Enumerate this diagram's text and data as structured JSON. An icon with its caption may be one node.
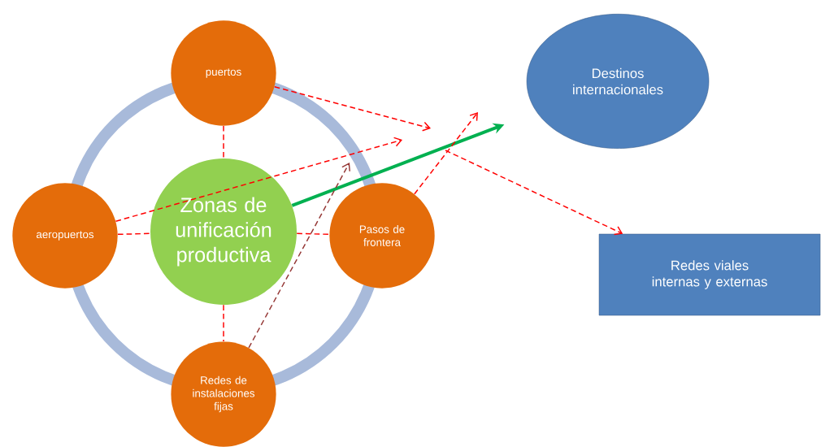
{
  "diagram": {
    "nodes": [
      {
        "text": [
          "puertos"
        ]
      },
      {
        "text": [
          "aeropuertos"
        ]
      },
      {
        "text": [
          "Zonas de unificación productiva"
        ]
      },
      {
        "text": [
          "Pasos de frontera"
        ]
      },
      {
        "text": [
          "Redes de instalaciones fijas"
        ]
      },
      {
        "text": [
          "Destinos internacionales"
        ]
      },
      {
        "text": [
          "Redes viales internas y externas"
        ]
      }
    ],
    "edges": [
      {
        "from": 0,
        "to": 2,
        "arrow": "none",
        "style": "dashed"
      },
      {
        "from": 1,
        "to": 2,
        "arrow": "none",
        "style": "dashed"
      },
      {
        "from": 2,
        "to": 3,
        "arrow": "none",
        "style": "dashed"
      },
      {
        "from": 2,
        "to": 4,
        "arrow": "none",
        "style": "dashed"
      },
      {
        "from": 2,
        "to": 5,
        "arrow": "to",
        "style": "thick",
        "color": "#00b050"
      },
      {
        "from": 0,
        "to": null,
        "arrow": "to",
        "style": "dashed"
      },
      {
        "from": 1,
        "to": null,
        "arrow": "to",
        "style": "dashed"
      },
      {
        "from": 3,
        "to": null,
        "arrow": "to",
        "style": "dashed"
      },
      {
        "from": 4,
        "to": null,
        "arrow": "to",
        "style": "dashed",
        "color": "#953735"
      },
      {
        "from": null,
        "to": 6,
        "arrow": "to",
        "style": "dashed"
      }
    ]
  }
}
